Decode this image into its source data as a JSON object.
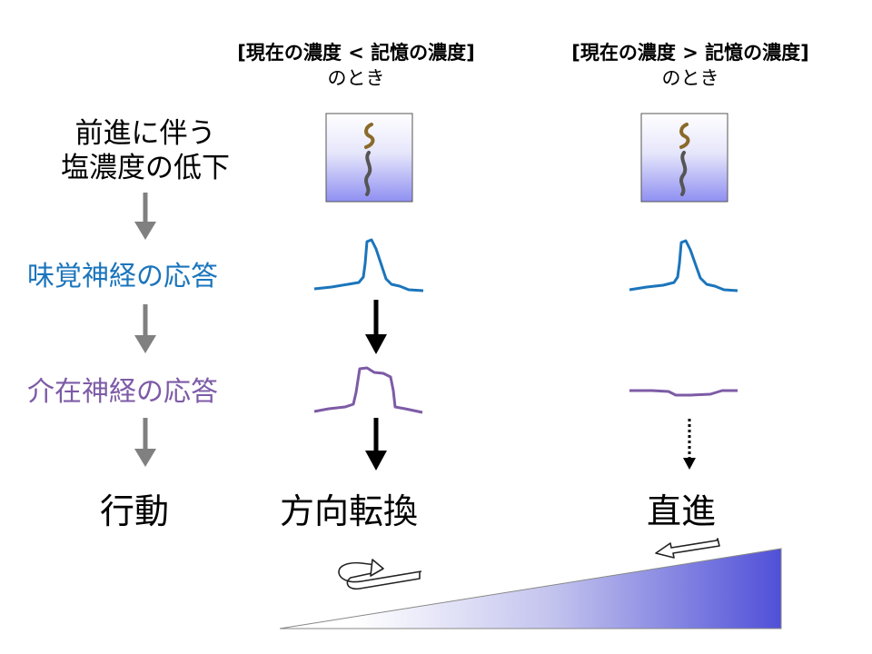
{
  "headers": {
    "left_line1": "[現在の濃度 < 記憶の濃度]",
    "left_line2": "のとき",
    "right_line1": "[現在の濃度 > 記憶の濃度]",
    "right_line2": "のとき"
  },
  "rows": {
    "decline_line1": "前進に伴う",
    "decline_line2": "塩濃度の低下",
    "sensory": "味覚神経の応答",
    "inter": "介在神経の応答",
    "behavior": "行動"
  },
  "outcomes": {
    "turn": "方向転換",
    "straight": "直進"
  },
  "colors": {
    "sensory": "#1b75bc",
    "inter": "#7d5ba6",
    "arrow_gray": "#808080",
    "gradient_dark": "#5555dd"
  }
}
